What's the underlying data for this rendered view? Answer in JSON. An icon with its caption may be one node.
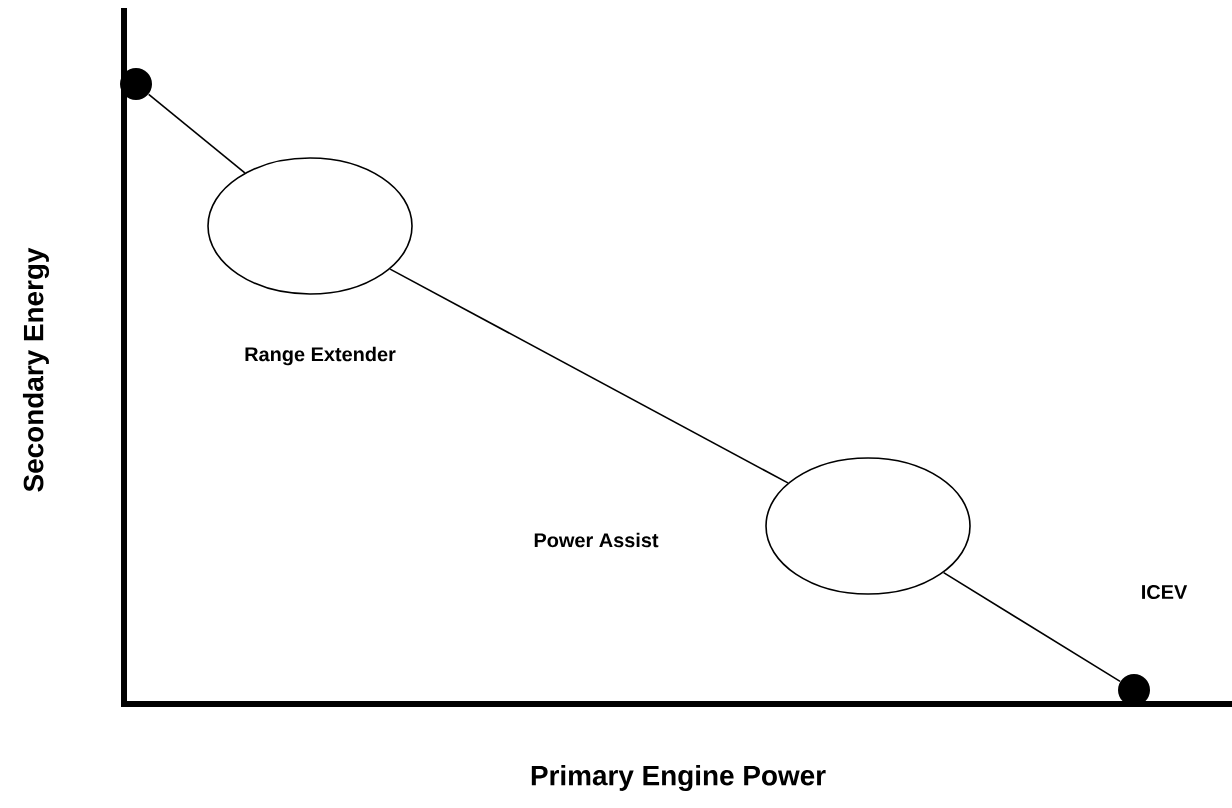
{
  "diagram": {
    "nodes": [
      {
        "text": [],
        "shape": "circle"
      },
      {
        "text": [],
        "shape": "ellipse",
        "beside": [
          "Range Extender"
        ]
      },
      {
        "text": [],
        "shape": "ellipse"
      },
      {
        "text": [],
        "shape": "circle",
        "beside": [
          "ICEV"
        ]
      }
    ],
    "edges": [
      {
        "from": 0,
        "to": 1,
        "arrow": "none"
      },
      {
        "from": 1,
        "to": 2,
        "arrow": "none"
      },
      {
        "from": 2,
        "to": 3,
        "arrow": "none"
      }
    ],
    "labels": [
      "Secondary Energy",
      "Power Assist",
      "Primary Engine Power"
    ]
  }
}
